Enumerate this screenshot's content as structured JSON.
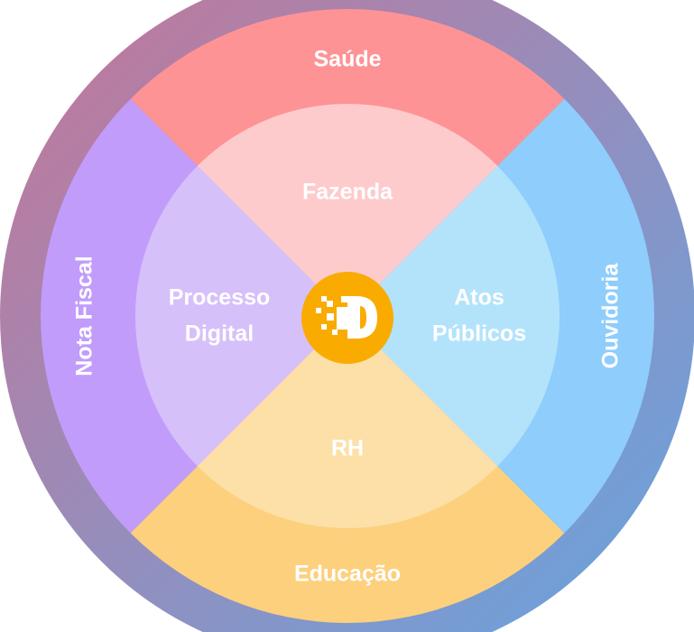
{
  "outer_ring": {
    "top": {
      "label": "Saúde",
      "color": "#FE9396"
    },
    "left": {
      "label": "Nota Fiscal",
      "color": "#C29CFB"
    },
    "right": {
      "label": "Ouvidoria",
      "color": "#8ECDFC"
    },
    "bottom": {
      "label": "Educação",
      "color": "#FCD07D"
    }
  },
  "inner_ring": {
    "top": {
      "label": "Fazenda",
      "color": "#FECBCD"
    },
    "left": {
      "label_line1": "Processo",
      "label_line2": "Digital",
      "color": "#D6C0FA"
    },
    "right": {
      "label_line1": "Atos",
      "label_line2": "Públicos",
      "color": "#B3E3FB"
    },
    "bottom": {
      "label": "RH",
      "color": "#FCE0A8"
    }
  },
  "center_logo": {
    "letter": "D",
    "color": "#FAAB00"
  },
  "border_gradient": [
    "#C47A98",
    "#6AA2DD"
  ]
}
